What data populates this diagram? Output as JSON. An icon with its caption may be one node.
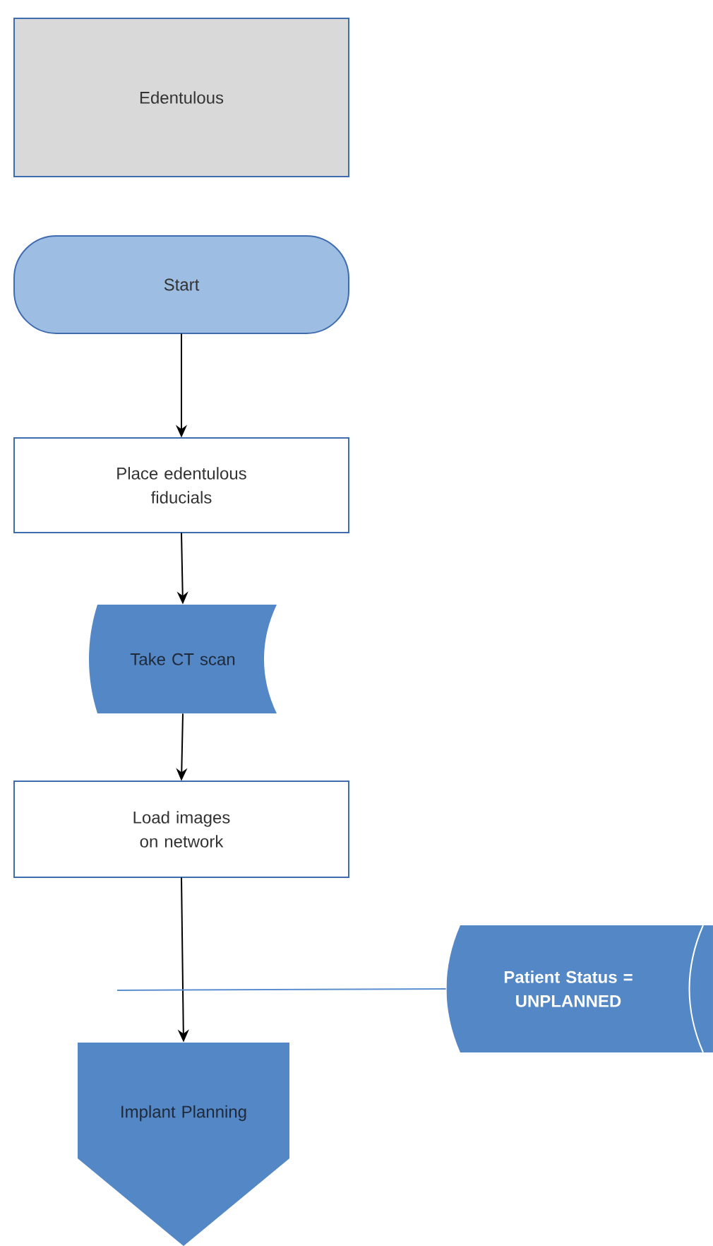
{
  "diagram": {
    "nodes": [
      {
        "text": [
          "Edentulous"
        ]
      },
      {
        "text": [
          "Start"
        ]
      },
      {
        "text": [
          "Place edentulous fiducials"
        ]
      },
      {
        "text": [
          "Take CT scan"
        ]
      },
      {
        "text": [
          "Load images on network"
        ]
      },
      {
        "text": [
          "Implant Planning"
        ]
      },
      {
        "text": [
          "Patient Status = UNPLANNED"
        ]
      }
    ],
    "edges": [
      {
        "from": 1,
        "to": 2,
        "arrow": "to"
      },
      {
        "from": 2,
        "to": 3,
        "arrow": "to"
      },
      {
        "from": 3,
        "to": 4,
        "arrow": "to"
      },
      {
        "from": 4,
        "to": 5,
        "arrow": "to"
      },
      {
        "from": 6,
        "to": null,
        "arrow": "none",
        "color": "#5b8fd0"
      }
    ]
  }
}
